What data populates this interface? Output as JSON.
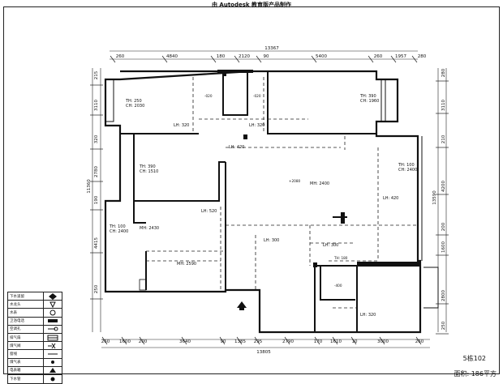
{
  "header": {
    "title": "由 Autodesk 教育版产品制作"
  },
  "dims_top": {
    "total": "13367",
    "segments": [
      "260",
      "4840",
      "180",
      "2120",
      "90",
      "5400",
      "260",
      "1957",
      "280"
    ]
  },
  "dims_bottom": {
    "total": "13805",
    "segments": [
      "260",
      "1600",
      "200",
      "3640",
      "90",
      "1385",
      "295",
      "2790",
      "170",
      "1610",
      "10",
      "3000",
      "260"
    ]
  },
  "dims_left": {
    "total": "11360",
    "segments": [
      "215",
      "3110",
      "320",
      "2780",
      "190",
      "4415",
      "250"
    ]
  },
  "dims_right": {
    "total": "13590",
    "segments": [
      "280",
      "3110",
      "210",
      "4200",
      "200",
      "1600",
      "2800",
      "250"
    ]
  },
  "rooms": [
    {
      "label": "TH: 250\nCH: 2030"
    },
    {
      "label": "TH: 390\nCH: 1960"
    },
    {
      "label": "TH: 390\nCH: 1510"
    },
    {
      "label": "TH: 100\nCH: 2400"
    },
    {
      "label": "TH: 100\nCH: 2400"
    },
    {
      "label": "MH: 2400"
    },
    {
      "label": "MH: 2430"
    },
    {
      "label": "MH: 2590"
    }
  ],
  "beam_labels": [
    "LH: 320",
    "LH: 320",
    "LH: 420",
    "LH: 520",
    "LH: 300",
    "LH: 300",
    "LH: 420",
    "LH: 320"
  ],
  "level_marks": [
    "-020",
    "-020",
    "+2080",
    "-400",
    "TH: 180"
  ],
  "legend": [
    {
      "label": "下水道留",
      "icon": "drain-icon"
    },
    {
      "label": "水龙头",
      "icon": "faucet-icon"
    },
    {
      "label": "水表",
      "icon": "water-meter-icon"
    },
    {
      "label": "卫浴电话",
      "icon": "bath-phone-icon"
    },
    {
      "label": "空调孔",
      "icon": "ac-hole-icon"
    },
    {
      "label": "排气扇",
      "icon": "exhaust-fan-icon"
    },
    {
      "label": "煤气阀",
      "icon": "gas-valve-icon"
    },
    {
      "label": "窗线",
      "icon": "window-line-icon"
    },
    {
      "label": "煤气表",
      "icon": "gas-meter-icon"
    },
    {
      "label": "电表箱",
      "icon": "meter-box-icon"
    },
    {
      "label": "下水管",
      "icon": "drain-pipe-icon"
    }
  ],
  "block_id": "5栋102",
  "area": "面积: 186平方"
}
